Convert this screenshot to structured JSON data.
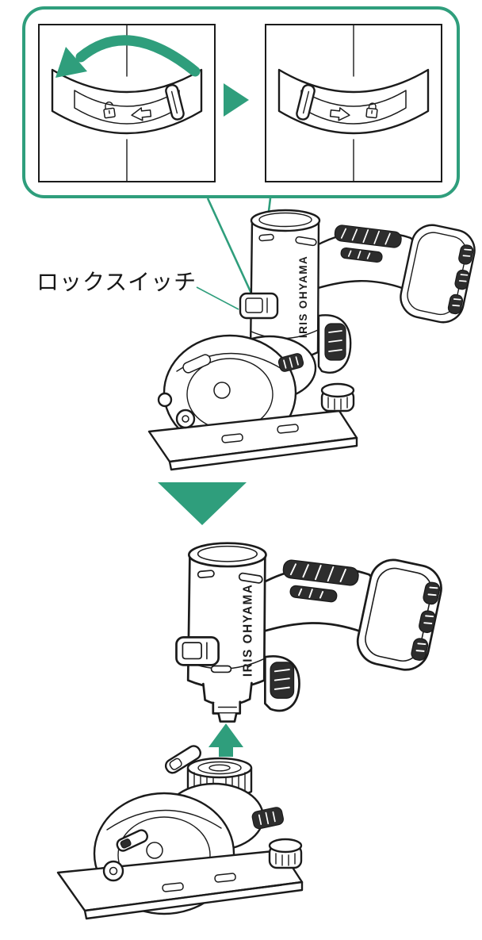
{
  "colors": {
    "green": "#2f9e7c",
    "ink": "#1b1b1b",
    "grip": "#2d2d2d"
  },
  "callout": {
    "panels": [
      {
        "name": "unlocked-position",
        "padlock_icon": "unlock-icon",
        "slide_arrow_icon": "slide-left-arrow-icon",
        "slide_direction": "left"
      },
      {
        "name": "locked-position",
        "padlock_icon": "lock-icon",
        "slide_arrow_icon": "slide-right-arrow-icon",
        "slide_direction": "right"
      }
    ],
    "rotate_arrow_icon": "rotate-ccw-arrow-icon",
    "between_panels_icon": "next-step-arrow-icon"
  },
  "labels": {
    "lock_switch": "ロックスイッチ"
  },
  "tool": {
    "brand": "IRIS OHYAMA"
  },
  "arrows": {
    "step_down_icon": "step-down-arrow-icon",
    "attach_up_icon": "attach-up-arrow-icon"
  }
}
